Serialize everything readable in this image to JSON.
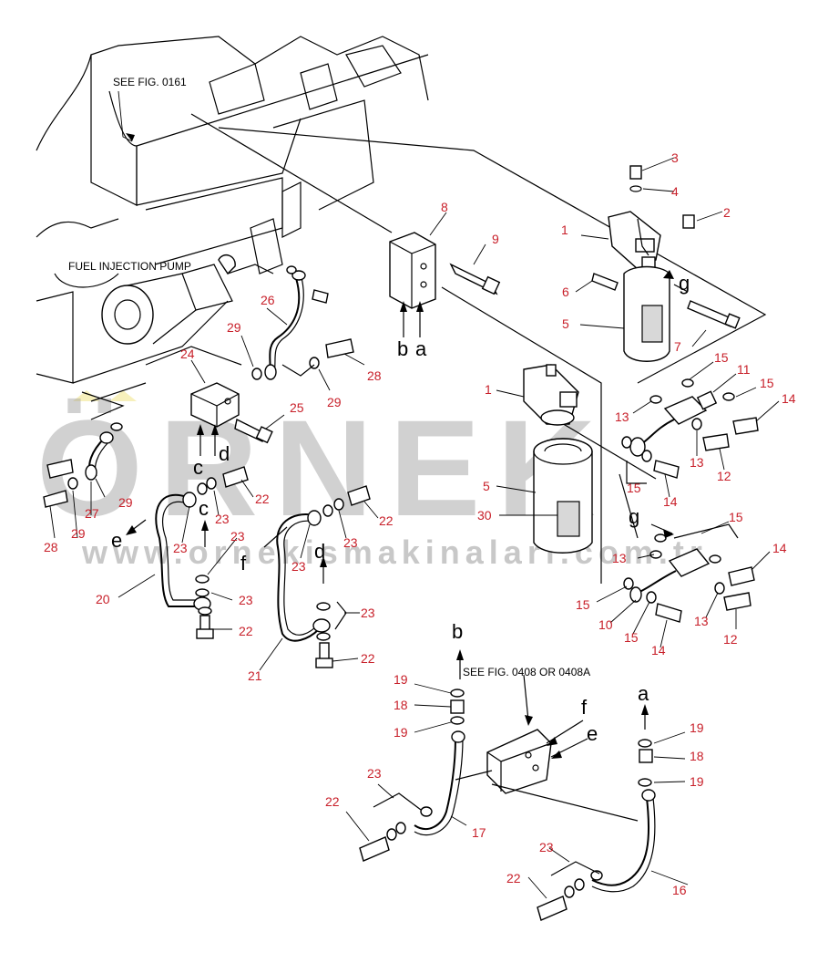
{
  "references": {
    "see_fig_0161": "SEE FIG. 0161",
    "fuel_injection_pump": "FUEL INJECTION PUMP",
    "see_fig_0408": "SEE FIG. 0408 OR 0408A"
  },
  "watermark": {
    "brand": "ÖRNEK",
    "url": "www.ornekismakinalari.com.tr"
  },
  "flow_letters": [
    "a",
    "b",
    "c",
    "d",
    "e",
    "f",
    "g"
  ],
  "part_numbers": [
    "1",
    "2",
    "3",
    "4",
    "5",
    "6",
    "7",
    "8",
    "9",
    "10",
    "11",
    "12",
    "13",
    "14",
    "15",
    "16",
    "17",
    "18",
    "19",
    "20",
    "21",
    "22",
    "23",
    "24",
    "25",
    "26",
    "27",
    "28",
    "29",
    "30"
  ],
  "colors": {
    "part_number": "#c8202a",
    "line": "#000000",
    "watermark": "#9a9a9a"
  }
}
